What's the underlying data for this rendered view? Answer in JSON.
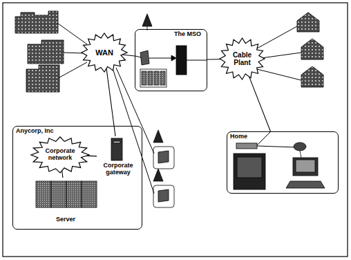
{
  "diagram": {
    "nodes": [
      {
        "text": [
          "WAN"
        ]
      },
      {
        "text": [
          "The MSO"
        ]
      },
      {
        "text": [
          "Cable Plant"
        ]
      },
      {
        "text": [
          "Anycorp, Inc"
        ]
      },
      {
        "text": [
          "Corporate network"
        ],
        "in": 3
      },
      {
        "text": [
          "Corporate gateway"
        ],
        "in": 3
      },
      {
        "text": [
          "Server"
        ],
        "in": 3
      },
      {
        "text": [
          "Home"
        ]
      }
    ],
    "edges": [
      {
        "from": 0,
        "to": 1,
        "arrow": "none"
      },
      {
        "from": 1,
        "to": 2,
        "arrow": "none"
      },
      {
        "from": 0,
        "to": 5,
        "arrow": "none"
      },
      {
        "from": 4,
        "to": 5,
        "arrow": "none"
      },
      {
        "from": 4,
        "to": 6,
        "arrow": "none"
      },
      {
        "from": 2,
        "to": 7,
        "arrow": "none"
      }
    ]
  }
}
